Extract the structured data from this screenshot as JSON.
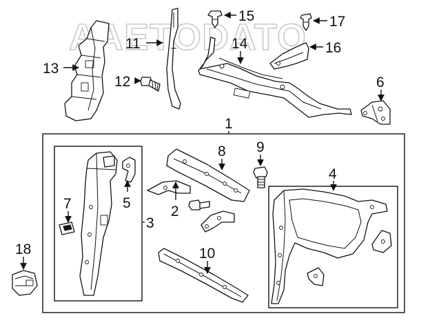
{
  "watermark": "AAETODATO",
  "callouts": {
    "c1": "1",
    "c2": "2",
    "c3": "3",
    "c4": "4",
    "c5": "5",
    "c6": "6",
    "c7": "7",
    "c8": "8",
    "c9": "9",
    "c10": "10",
    "c11": "11",
    "c12": "12",
    "c13": "13",
    "c14": "14",
    "c15": "15",
    "c16": "16",
    "c17": "17",
    "c18": "18"
  }
}
